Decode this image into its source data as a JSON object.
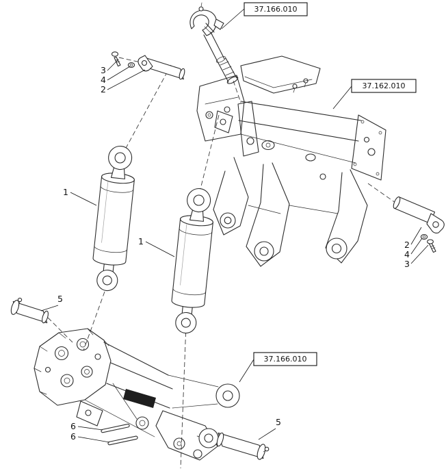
{
  "diagram": {
    "refs": {
      "top_link": "37.166.010",
      "frame": "37.162.010",
      "lower_hitch": "37.166.010"
    },
    "callouts": {
      "bolt_upper": "3",
      "washer_upper": "4",
      "pin_upper": "2",
      "cylinder_left": "1",
      "cylinder_center": "1",
      "pin_right": "2",
      "washer_right": "4",
      "bolt_right": "3",
      "pin_left": "5",
      "dowel_a": "6",
      "dowel_b": "6",
      "pin_lower": "5"
    },
    "colors": {
      "line": "#2b2b2b",
      "background": "#ffffff",
      "badge": "#1e1e1e"
    }
  }
}
